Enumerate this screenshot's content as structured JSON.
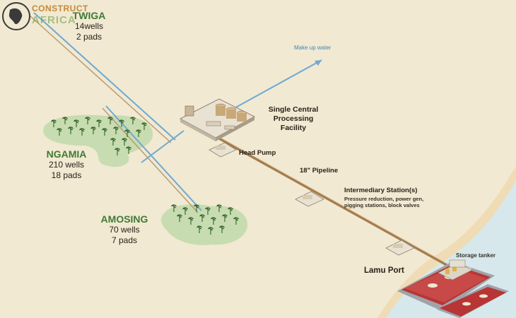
{
  "fields": [
    {
      "name": "TWIGA",
      "wells": "14wells",
      "pads": "2 pads"
    },
    {
      "name": "NGAMIA",
      "wells": "210 wells",
      "pads": "18 pads"
    },
    {
      "name": "AMOSING",
      "wells": "70 wells",
      "pads": "7 pads"
    }
  ],
  "facility": {
    "line1": "Single Central",
    "line2": "Processing",
    "line3": "Facility"
  },
  "labels": {
    "make_up_water": "Make up water",
    "head_pump": "Head Pump",
    "pipeline": "18\" Pipeline",
    "intermediary_station": "Intermediary Station(s)",
    "intermediary_sub1": "Pressure reduction, power gen,",
    "intermediary_sub2": "pigging stations, block valves",
    "storage_tanker": "Storage tanker",
    "lamu_port": "Lamu Port"
  },
  "logo": {
    "line1": "CONSTRUCT",
    "line2": "AFRICA"
  },
  "colors": {
    "background": "#f1e9d2",
    "field_green": "#3f7a35",
    "pipeline": "#a27b4f",
    "water_line": "#6fa9d1",
    "sea": "#d6e8ec"
  }
}
